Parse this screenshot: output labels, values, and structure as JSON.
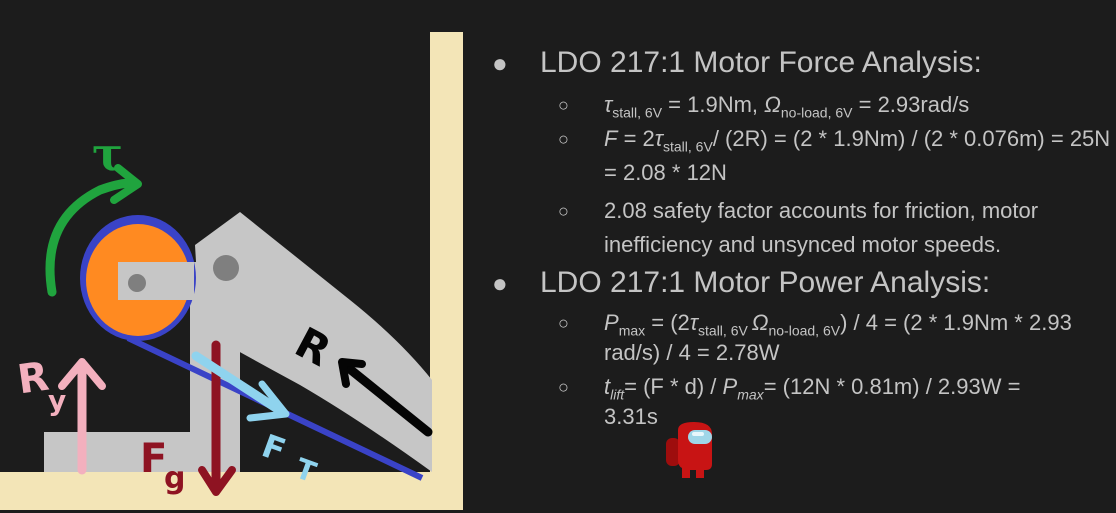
{
  "diagram": {
    "labels": {
      "torque": "τ",
      "reaction_y": "R",
      "reaction_y_sub": "y",
      "gravity": "F",
      "gravity_sub": "g",
      "tension": "F",
      "tension_sub": "T",
      "reaction": "R"
    }
  },
  "bullets": [
    {
      "title": "LDO 217:1 Motor Force Analysis:",
      "items": [
        {
          "tau": "τ",
          "tau_sub": "stall, 6V",
          "eq1": " = 1.9Nm, ",
          "omega": "Ω",
          "omega_sub": "no-load, 6V",
          "eq2": " = 2.93rad/s"
        },
        {
          "f": "F",
          "eq1": " = 2",
          "tau": "τ",
          "tau_sub": "stall, 6V",
          "eq2": "/ (2R) = (2 * 1.9Nm) / (2 * 0.076m) = 25N = 2.08 * 12N"
        },
        {
          "text": "2.08 safety factor accounts for friction, motor inefficiency and unsynced motor speeds."
        }
      ]
    },
    {
      "title": "LDO 217:1 Motor Power Analysis:",
      "items": [
        {
          "p": "P",
          "p_sub": "max",
          "eq1": " = (2",
          "tau": "τ",
          "tau_sub": "stall, 6V ",
          "omega": "Ω",
          "omega_sub": "no-load, 6V",
          "eq2": ") / 4 = (2 * 1.9Nm * 2.93 rad/s) / 4 = 2.78W"
        },
        {
          "t": "t",
          "t_sub": "lift",
          "eq1": "= (F * d) / ",
          "p": "P",
          "p_sub": "max",
          "eq2": "= (12N * 0.81m) / 2.93W = 3.31s"
        }
      ]
    }
  ]
}
